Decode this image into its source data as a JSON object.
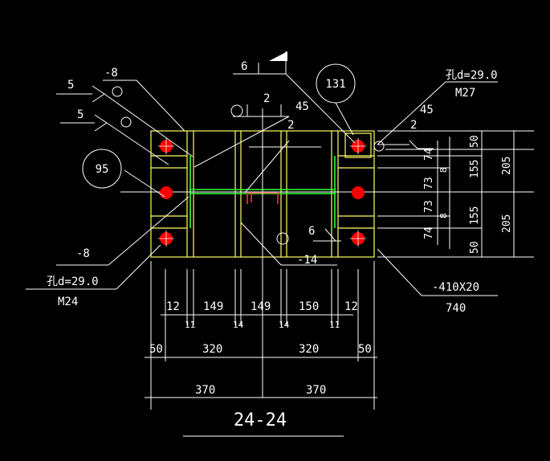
{
  "drawing": {
    "section_title": "24-24",
    "colors": {
      "background": "#000000",
      "plate_outline": "#ffff66",
      "web_lines": "#33ff33",
      "bolts": "#ff0000",
      "dim_lines": "#ffffff"
    },
    "weld_callouts": {
      "top_left_plate": "-8",
      "weld_5_top": "5",
      "weld_5_bottom": "5",
      "top_weld_size": "6",
      "gap_top": "2",
      "bevel_top": "45",
      "gap_mid": "2",
      "gap_right": "2",
      "bevel_right": "45",
      "right_weld_size": "6",
      "bottom_left_plate": "-8",
      "stiffener": "-14",
      "circle_left": "95",
      "circle_top": "131"
    },
    "bolt_callouts": {
      "top_right_hole": "孔d=29.0",
      "top_right_bolt": "M27",
      "bottom_left_hole": "孔d=29.0",
      "bottom_left_bolt": "M24"
    },
    "plate_callout": {
      "spec": "-410X20",
      "length": "740"
    },
    "right_dims_inner": [
      "74",
      "73",
      "73",
      "74"
    ],
    "right_dims_small": [
      "8",
      "8"
    ],
    "right_dims_mid": [
      "50",
      "155",
      "155",
      "50"
    ],
    "right_dims_outer": [
      "205",
      "205"
    ],
    "bottom_dims_row1": [
      "12",
      "149",
      "149",
      "150",
      "12"
    ],
    "bottom_dims_row1_sub": [
      "11",
      "14",
      "14",
      "11"
    ],
    "bottom_dims_row2": [
      "50",
      "320",
      "320",
      "50"
    ],
    "bottom_dims_row3": [
      "370",
      "370"
    ]
  }
}
